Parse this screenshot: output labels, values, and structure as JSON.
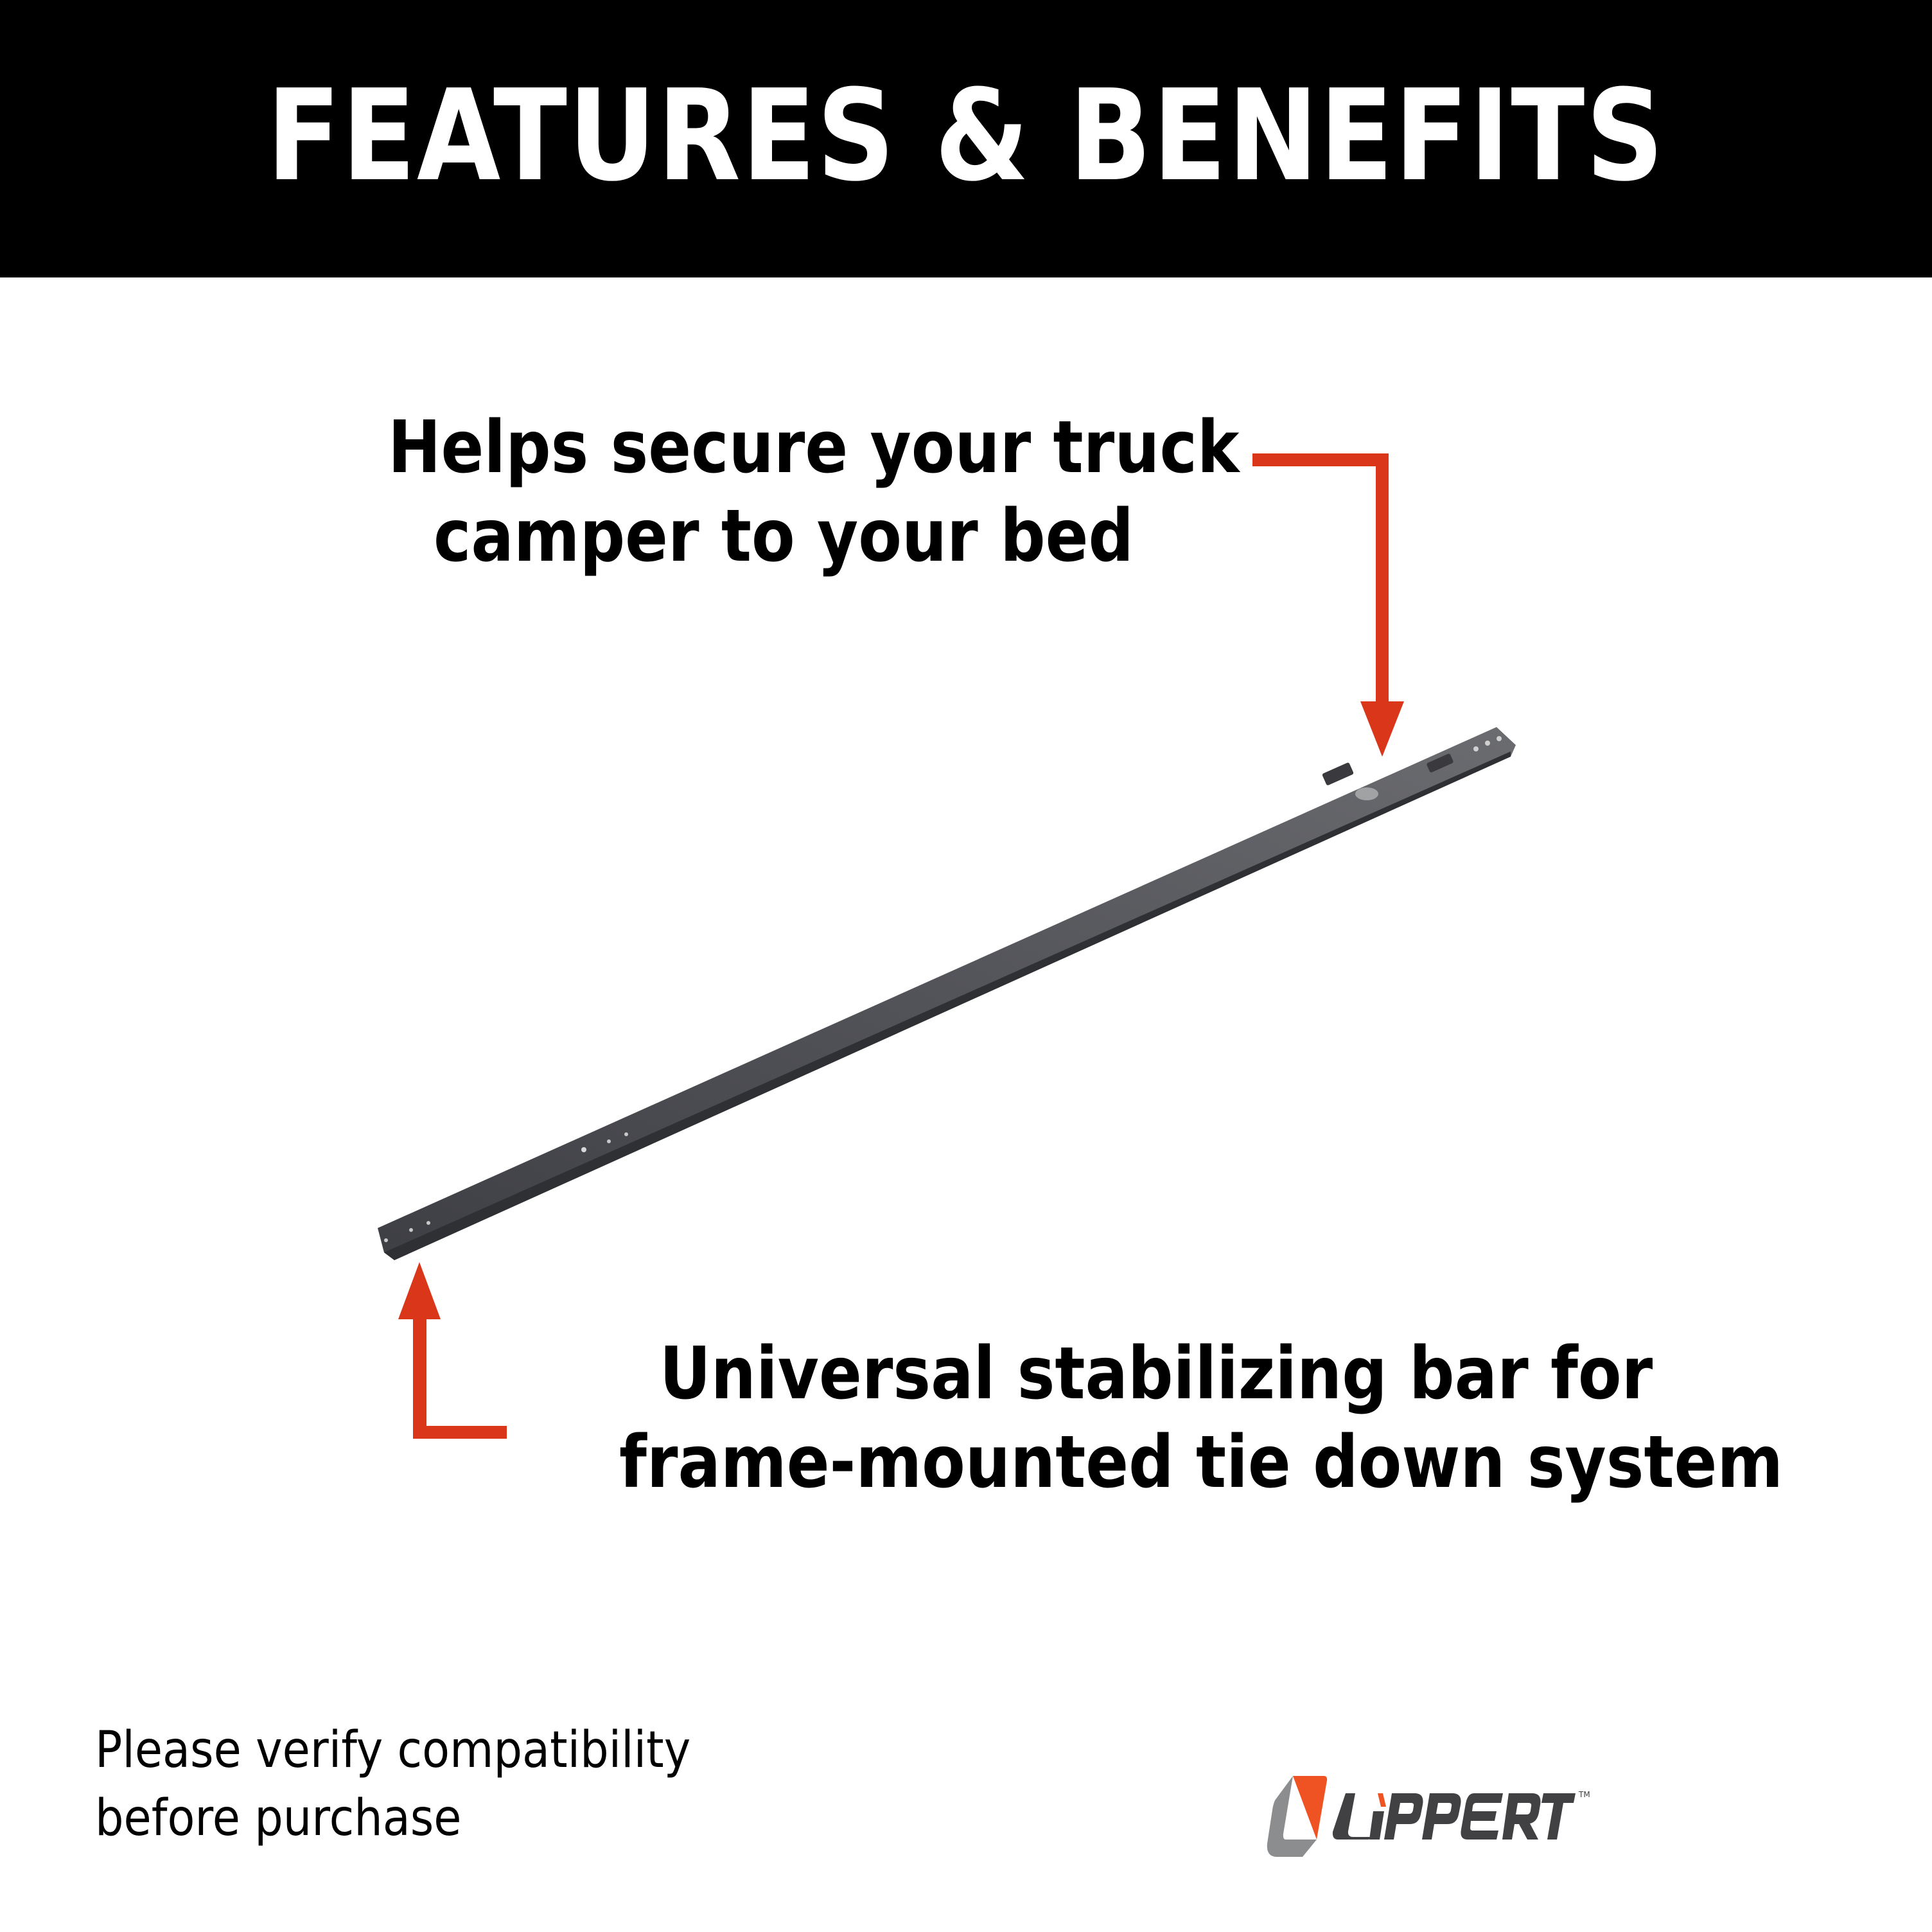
{
  "header": {
    "title": "FEATURES & BENEFITS",
    "background": "#000000",
    "color": "#ffffff"
  },
  "callouts": [
    {
      "lines": [
        "Helps secure your truck",
        "camper to your bed"
      ],
      "arrow": "down-arrow",
      "arrow_color": "#D9361A"
    },
    {
      "lines": [
        "Universal stabilizing bar for",
        "frame-mounted tie down system"
      ],
      "arrow": "up-arrow",
      "arrow_color": "#D9361A"
    }
  ],
  "product": {
    "name": "stabilizing-bar",
    "color": "#4a4b50"
  },
  "disclaimer": {
    "lines": [
      "Please verify compatibility",
      "before purchase"
    ]
  },
  "brand": {
    "name": "LiPPERT",
    "tm": "TM",
    "accent": "#EF5323",
    "gray": "#8c8d8f",
    "dark": "#414042"
  }
}
